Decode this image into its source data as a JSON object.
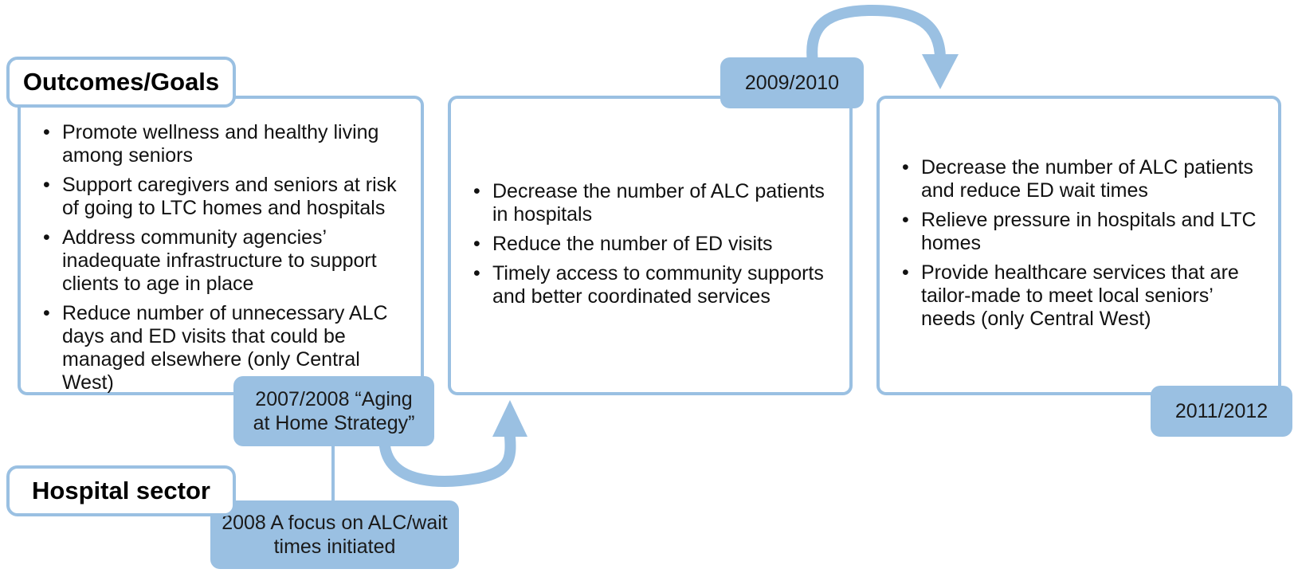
{
  "sections": {
    "outcomes_label": "Outcomes/Goals",
    "hospital_label": "Hospital sector"
  },
  "milestones": {
    "m2007": "2007/2008 “Aging at Home Strategy”",
    "m2008": "2008 A focus on ALC/wait times initiated",
    "m2009": "2009/2010",
    "m2011": "2011/2012"
  },
  "panels": {
    "panel1": [
      "Promote wellness and healthy living among seniors",
      "Support caregivers and seniors at risk of going to LTC homes and hospitals",
      "Address community agencies’ inadequate infrastructure to support clients to age in place",
      "Reduce number of unnecessary ALC days and ED visits that could be managed elsewhere (only Central West)"
    ],
    "panel2": [
      "Decrease the number of ALC patients in hospitals",
      "Reduce the number of ED visits",
      "Timely access to community supports and better coordinated services"
    ],
    "panel3": [
      "Decrease the number of ALC patients and reduce ED wait times",
      "Relieve pressure in hospitals and LTC homes",
      "Provide healthcare services that are tailor-made to meet local seniors’ needs (only Central West)"
    ]
  },
  "colors": {
    "accent": "#9ac0e2",
    "text": "#111111"
  }
}
